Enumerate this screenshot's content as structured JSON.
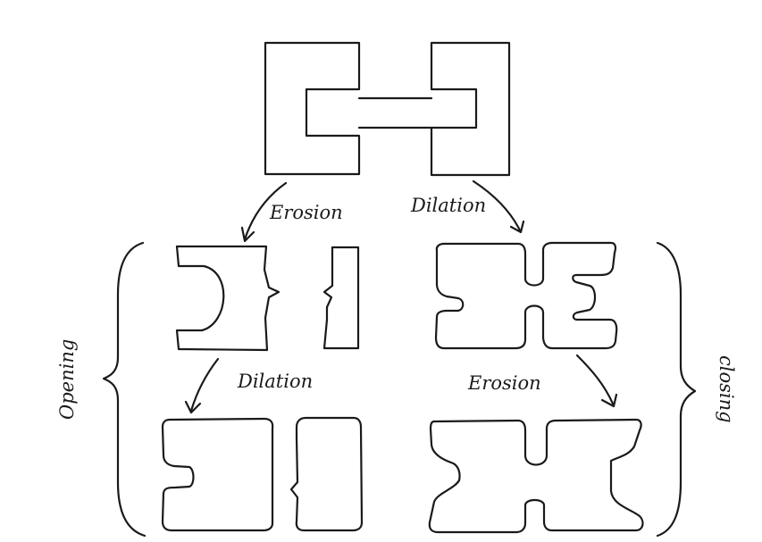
{
  "labels": {
    "erosion_top": "Erosion",
    "dilation_top": "Dilation",
    "dilation_bottom": "Dilation",
    "erosion_bottom": "Erosion",
    "opening": "Opening",
    "closing": "closing"
  },
  "colors": {
    "ink": "#1a1a1a",
    "paper": "#ffffff"
  }
}
